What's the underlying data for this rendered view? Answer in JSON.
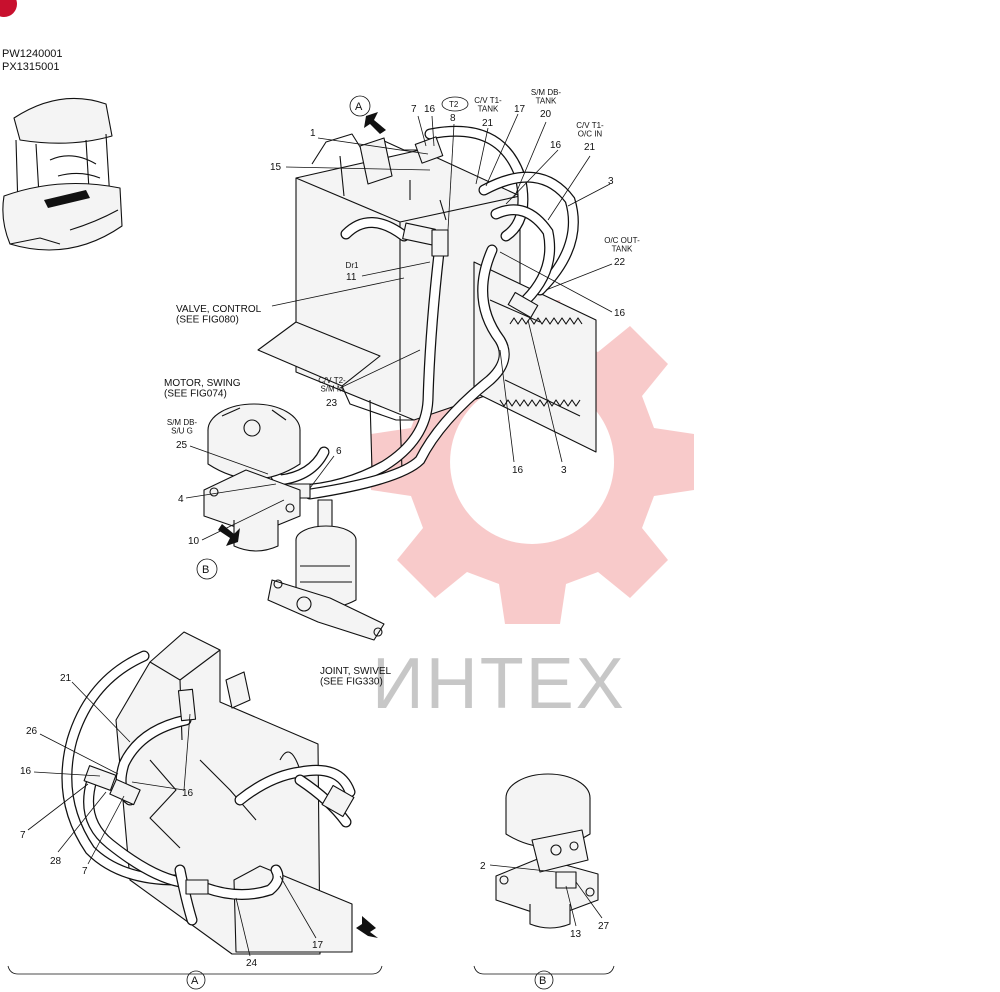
{
  "codes": [
    "PW1240001",
    "PX1315001"
  ],
  "views": {
    "a": "A",
    "b": "B"
  },
  "callouts": {
    "t2": "T2",
    "ct1_tank": "C/V T1-\nTANK",
    "sm_db_tank": "S/M DB-\nTANK",
    "ct1_oc_in": "C/V T1-\nO/C IN",
    "oc_out_tank": "O/C OUT-\nTANK",
    "dr1": "Dr1",
    "valve_control": "VALVE, CONTROL\n(SEE FIG080)",
    "motor_swing": "MOTOR, SWING\n(SEE FIG074)",
    "ct2_sm_m": "C/V T2-\nS/M M",
    "sm_db_sug": "S/M DB-\nS/U G",
    "joint_swivel": "JOINT, SWIVEL\n(SEE FIG330)"
  },
  "numbers": {
    "n7a": "7",
    "n16a": "16",
    "n8": "8",
    "n21a": "21",
    "n17a": "17",
    "n20": "20",
    "n16b": "16",
    "n21b": "21",
    "n3a": "3",
    "n1": "1",
    "n15": "15",
    "n22": "22",
    "n11": "11",
    "n16c": "16",
    "n23": "23",
    "n25": "25",
    "n6": "6",
    "n4": "4",
    "n10": "10",
    "n16d": "16",
    "n3b": "3",
    "n21c": "21",
    "n26": "26",
    "n16e": "16",
    "n16f": "16",
    "n7b": "7",
    "n28": "28",
    "n7c": "7",
    "n24": "24",
    "n17b": "17",
    "n2": "2",
    "n13": "13",
    "n27": "27"
  },
  "watermark": "ИНТЕХ",
  "colors": {
    "watermark_gear": "#f08a8a",
    "watermark_text": "#9b9b9b",
    "corner_badge": "#c8102e"
  }
}
